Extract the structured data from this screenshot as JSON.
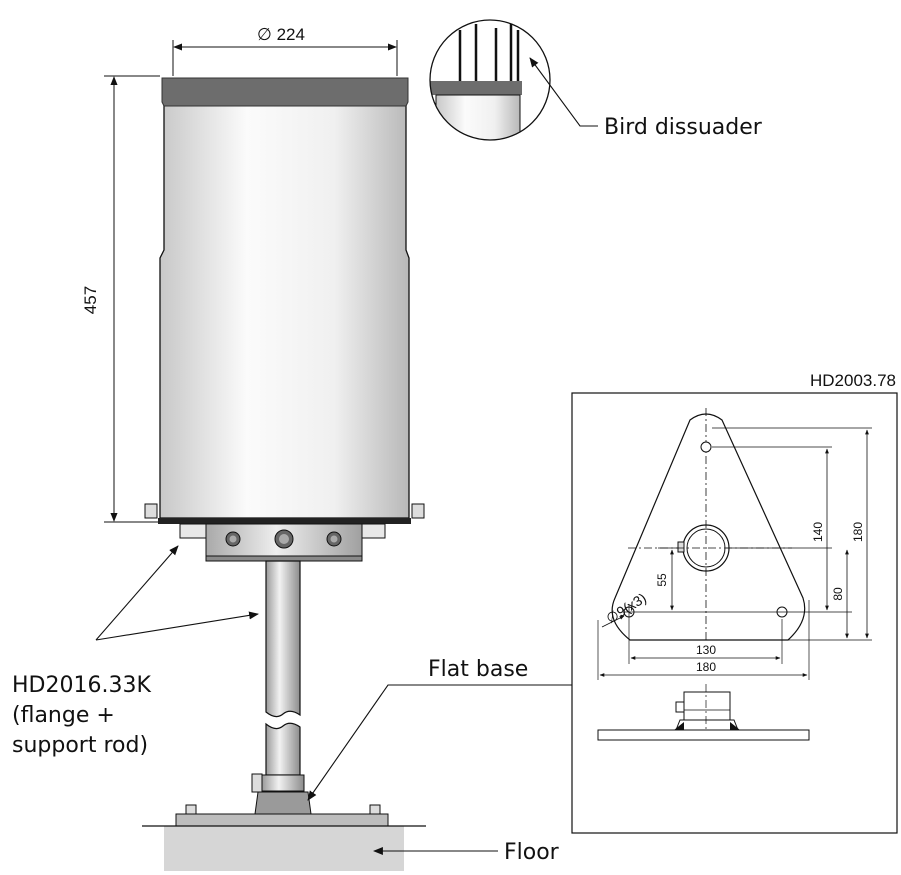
{
  "dimensions": {
    "diameter_label": "∅ 224",
    "height_label": "457"
  },
  "labels": {
    "bird_dissuader": "Bird dissuader",
    "hd2016_line1": "HD2016.33K",
    "hd2016_line2": "(flange +",
    "hd2016_line3": "support rod)",
    "flat_base": "Flat base",
    "floor": "Floor"
  },
  "detail": {
    "title": "HD2003.78",
    "dim_140": "140",
    "dim_180_v": "180",
    "dim_55": "55",
    "dim_80": "80",
    "dim_130": "130",
    "dim_180_h": "180",
    "hole_label": "∅9(x3)"
  },
  "colors": {
    "cap": "#6d6d6d",
    "body_light": "#f4f4f4",
    "body_dark": "#bdbdbd",
    "floor": "#d6d6d6",
    "line": "#111111"
  }
}
